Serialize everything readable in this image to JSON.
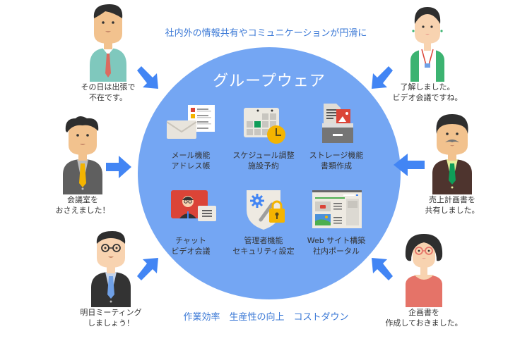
{
  "tagline": "社内外の情報共有やコミュニケーションが円滑に",
  "center": {
    "title": "グループウェア",
    "features": [
      {
        "icon": "mail-addressbook-icon",
        "line1": "メール機能",
        "line2": "アドレス帳"
      },
      {
        "icon": "calendar-clock-icon",
        "line1": "スケジュール調整",
        "line2": "施設予約"
      },
      {
        "icon": "storage-files-icon",
        "line1": "ストレージ機能",
        "line2": "書類作成"
      },
      {
        "icon": "chat-video-icon",
        "line1": "チャット",
        "line2": "ビデオ会議"
      },
      {
        "icon": "admin-security-icon",
        "line1": "管理者機能",
        "line2": "セキュリティ設定"
      },
      {
        "icon": "website-portal-icon",
        "line1": "Web サイト構築",
        "line2": "社内ポータル"
      }
    ]
  },
  "benefits": "作業効率　生産性の向上　コストダウン",
  "people": [
    {
      "position": "top-left",
      "line1": "その日は出張で",
      "line2": "不在です。"
    },
    {
      "position": "middle-left",
      "line1": "会議室を",
      "line2": "おさえました！"
    },
    {
      "position": "bottom-left",
      "line1": "明日ミーティング",
      "line2": "しましょう！"
    },
    {
      "position": "top-right",
      "line1": "了解しました。",
      "line2": "ビデオ会議ですね。"
    },
    {
      "position": "middle-right",
      "line1": "売上計画書を",
      "line2": "共有しました。"
    },
    {
      "position": "bottom-right",
      "line1": "企画書を",
      "line2": "作成しておきました。"
    }
  ],
  "colors": {
    "circle": "#74a6f3",
    "arrow": "#4285f4",
    "accent_text": "#3a78d6"
  }
}
